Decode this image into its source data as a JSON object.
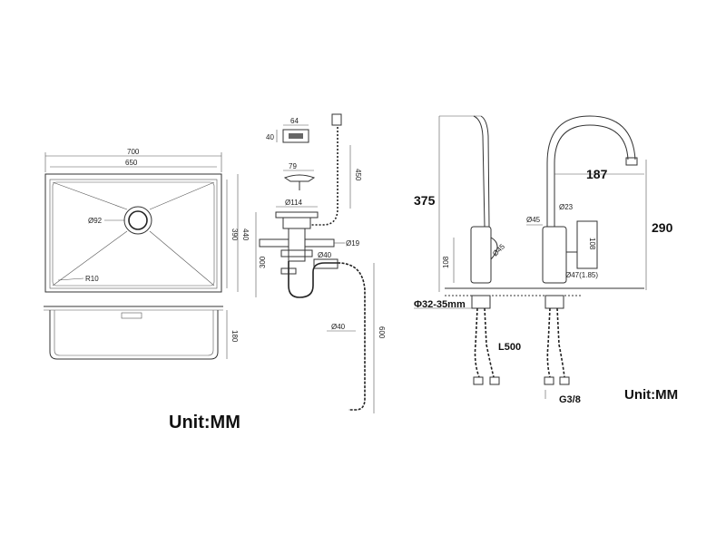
{
  "sink": {
    "width_outer": "700",
    "width_inner": "650",
    "depth_outer": "440",
    "depth_inner": "390",
    "height": "180",
    "drain_diameter": "Ø92",
    "corner_radius": "R10",
    "unit": "Unit:MM"
  },
  "drain": {
    "overflow_width": "64",
    "overflow_height": "40",
    "strainer_width": "79",
    "basket_diameter": "Ø114",
    "hose_length": "450",
    "overflow_pipe": "Ø19",
    "outlet_diameter": "Ø40",
    "trap_height": "300",
    "drain_hose_diameter": "Ø40",
    "drain_hose_length": "600"
  },
  "faucet": {
    "height": "375",
    "reach": "187",
    "spout_height": "290",
    "body_diameter": "Ø45",
    "body_height": "108",
    "spout_diameter": "Ø23",
    "handle_height": "108",
    "base_diameter": "Ø47(1.85)",
    "hole_size": "Φ32-35mm",
    "hose_length": "L500",
    "thread": "G3/8",
    "unit": "Unit:MM"
  },
  "colors": {
    "line": "#333333",
    "text": "#111111",
    "background": "#ffffff"
  }
}
